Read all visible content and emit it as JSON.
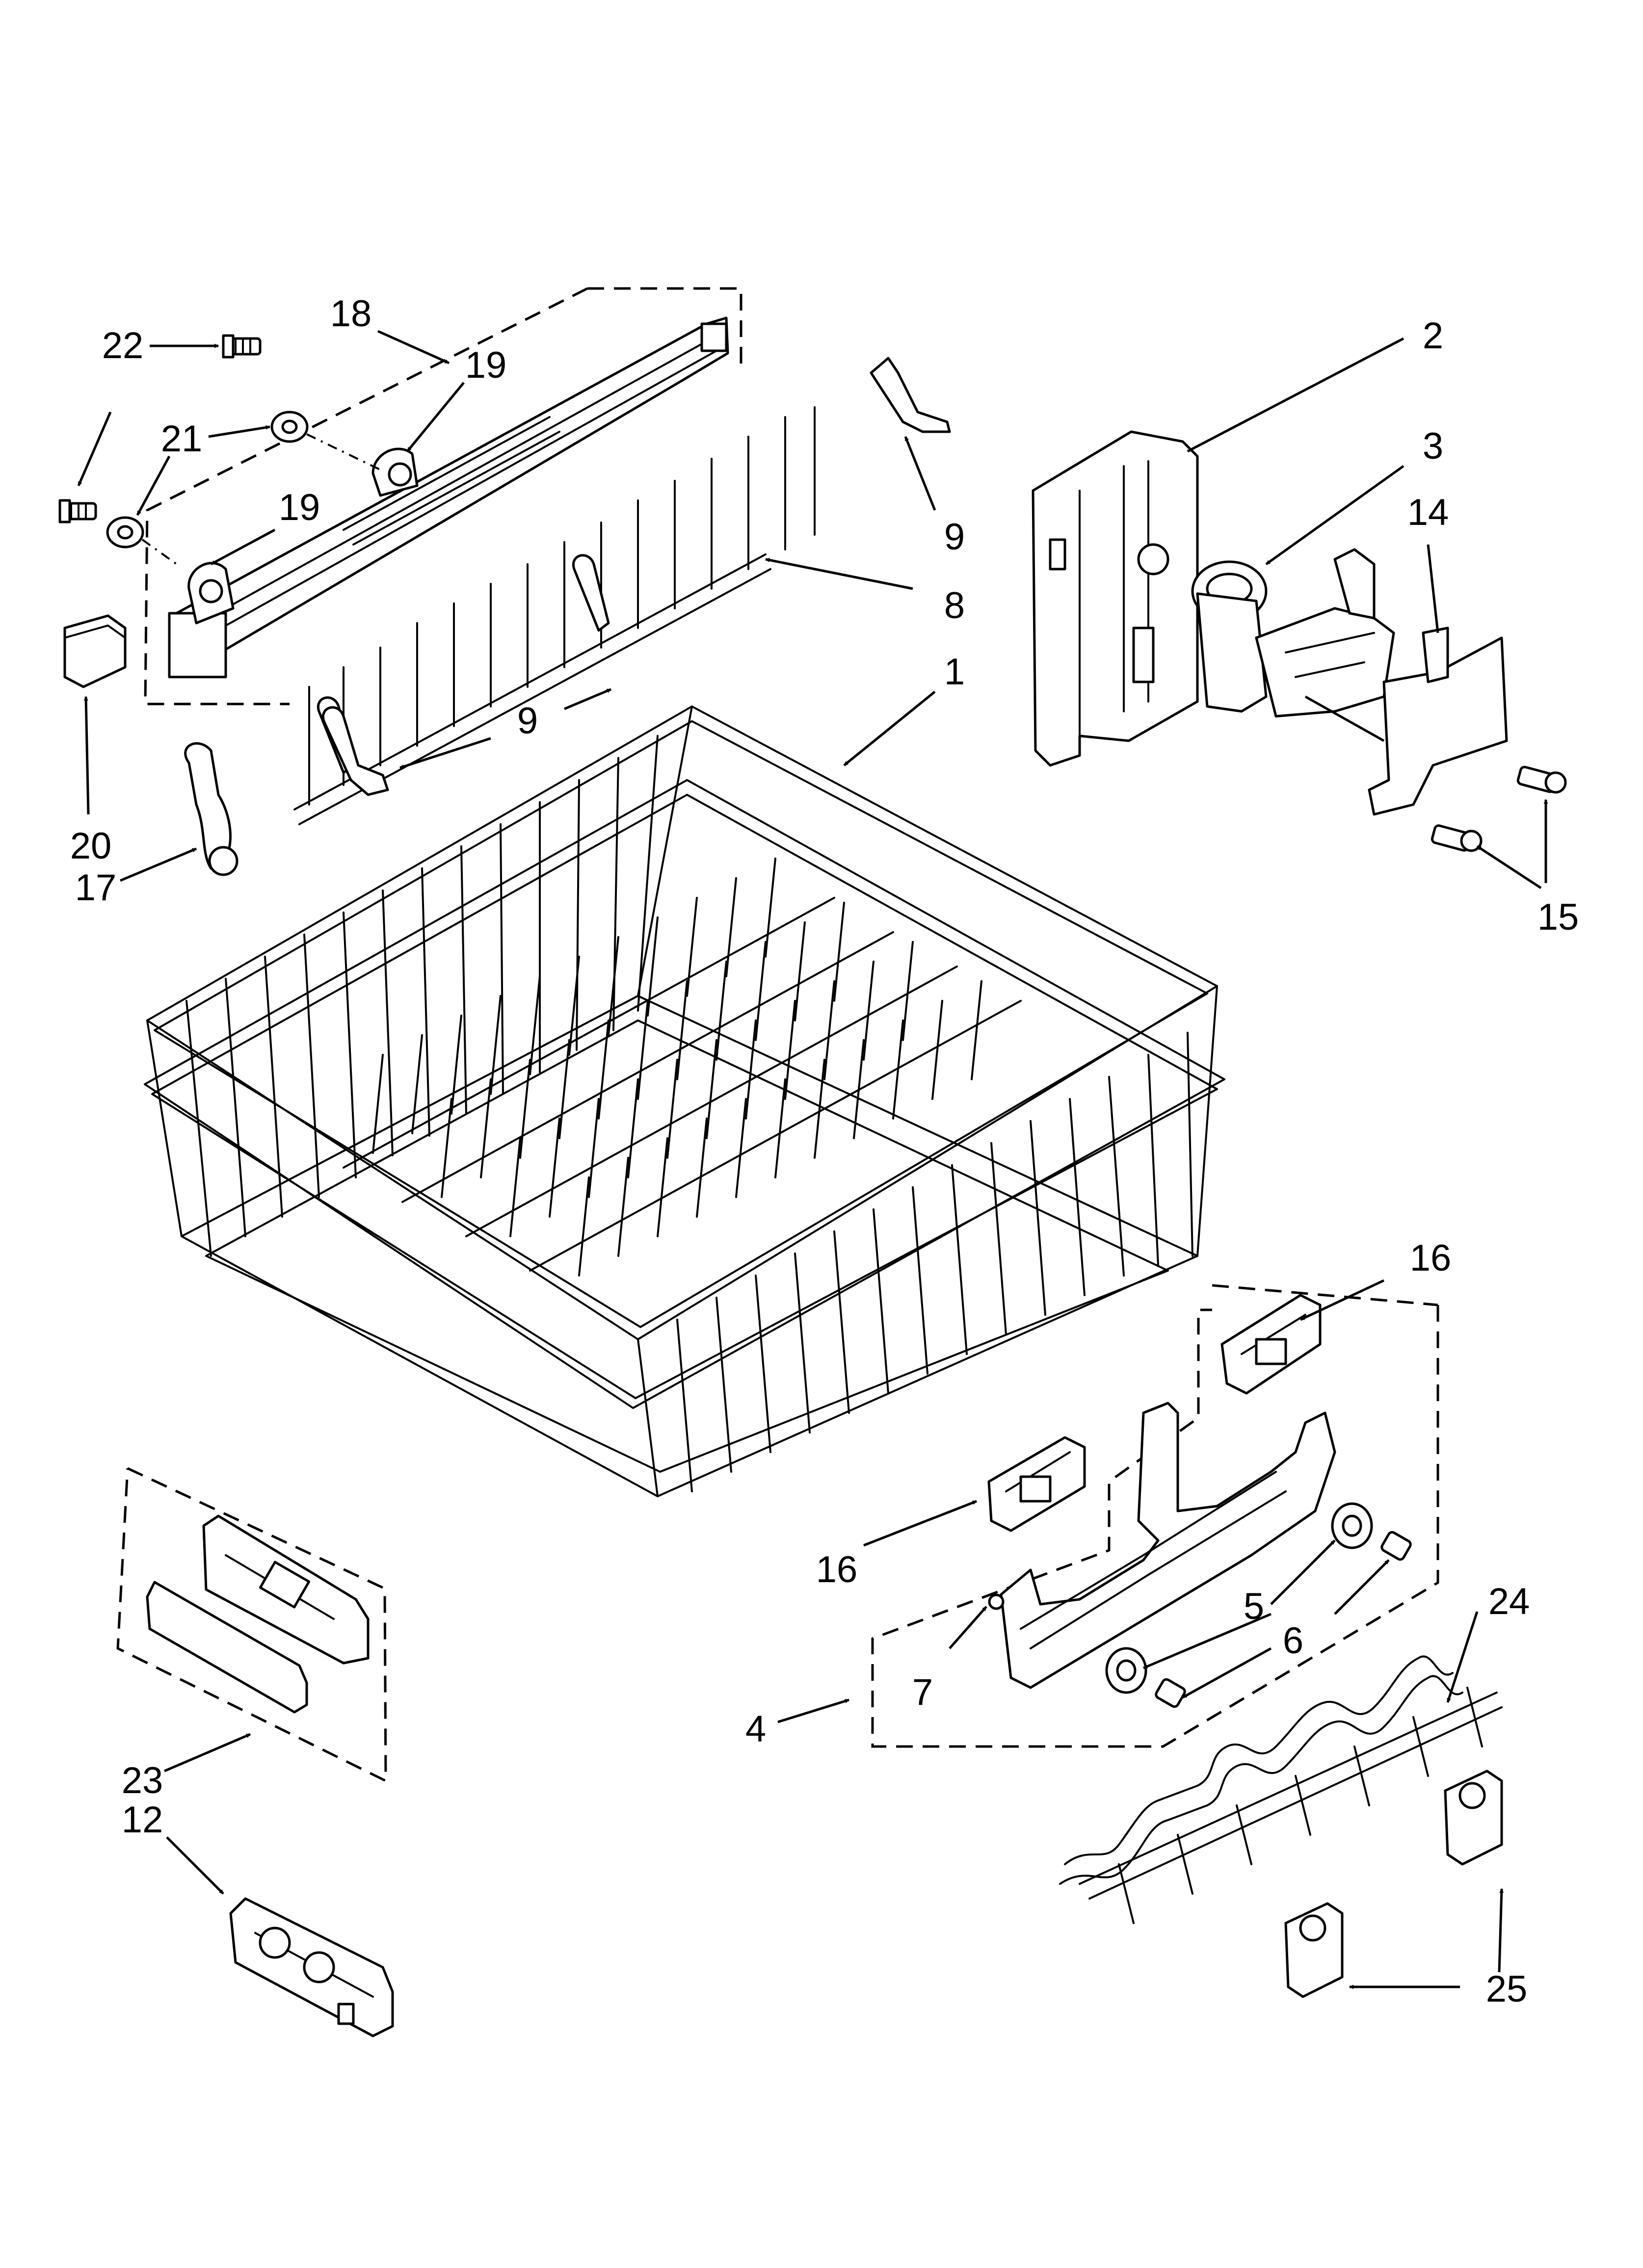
{
  "diagram": {
    "callouts": {
      "c1": "1",
      "c2": "2",
      "c3": "3",
      "c4": "4",
      "c5": "5",
      "c6": "6",
      "c7": "7",
      "c8": "8",
      "c9a": "9",
      "c9b": "9",
      "c12": "12",
      "c14": "14",
      "c15": "15",
      "c16a": "16",
      "c16b": "16",
      "c17": "17",
      "c18": "18",
      "c19a": "19",
      "c19b": "19",
      "c20": "20",
      "c21": "21",
      "c22": "22",
      "c23": "23",
      "c24": "24",
      "c25": "25"
    }
  }
}
